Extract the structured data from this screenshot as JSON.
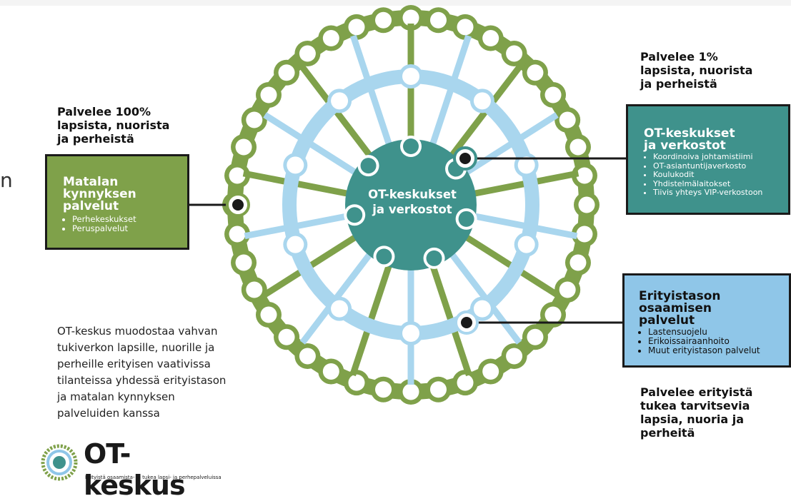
{
  "partial_letter": "n",
  "hub": {
    "line1": "OT-keskukset",
    "line2": "ja verkostot"
  },
  "left_caption": {
    "line1": "Palvelee 100%",
    "line2": "lapsista, nuorista",
    "line3": "ja perheistä"
  },
  "left_box": {
    "title_lines": [
      "Matalan",
      "kynnyksen",
      "palvelut"
    ],
    "items": [
      "Perhekeskukset",
      "Peruspalvelut"
    ]
  },
  "right_caption": {
    "line1": "Palvelee 1%",
    "line2": "lapsista, nuorista",
    "line3": "ja perheistä"
  },
  "right_box": {
    "title_lines": [
      "OT-keskukset",
      "ja verkostot"
    ],
    "items": [
      "Koordinoiva johtamistiimi",
      "OT-asiantuntijaverkosto",
      "Koulukodit",
      "Yhdistelmälaitokset",
      "Tiivis yhteys VIP-verkostoon"
    ]
  },
  "blue_box": {
    "title_lines": [
      "Erityistason",
      "osaamisen",
      "palvelut"
    ],
    "items": [
      "Lastensuojelu",
      "Erikoissairaanhoito",
      "Muut erityistason palvelut"
    ]
  },
  "bottom_caption": {
    "line1": "Palvelee erityistä",
    "line2": "tukea tarvitsevia",
    "line3": "lapsia, nuoria ja",
    "line4": "perheitä"
  },
  "description_lines": [
    "OT-keskus muodostaa vahvan",
    "tukiverkon lapsille, nuorille ja",
    "perheille erityisen vaativissa",
    "tilanteissa yhdessä erityistason",
    "ja matalan kynnyksen",
    "palveluiden kanssa"
  ],
  "logo": {
    "wordmark": "OT-keskus",
    "tagline": "Erityistä osaamista- ja tukea lapsi- ja perhepalveluissa"
  },
  "colors": {
    "green": "#7fa14a",
    "teal": "#3f928c",
    "light_blue": "#8fc6e8",
    "ring_blue": "#a9d6ee",
    "dark": "#1a1a1a"
  }
}
